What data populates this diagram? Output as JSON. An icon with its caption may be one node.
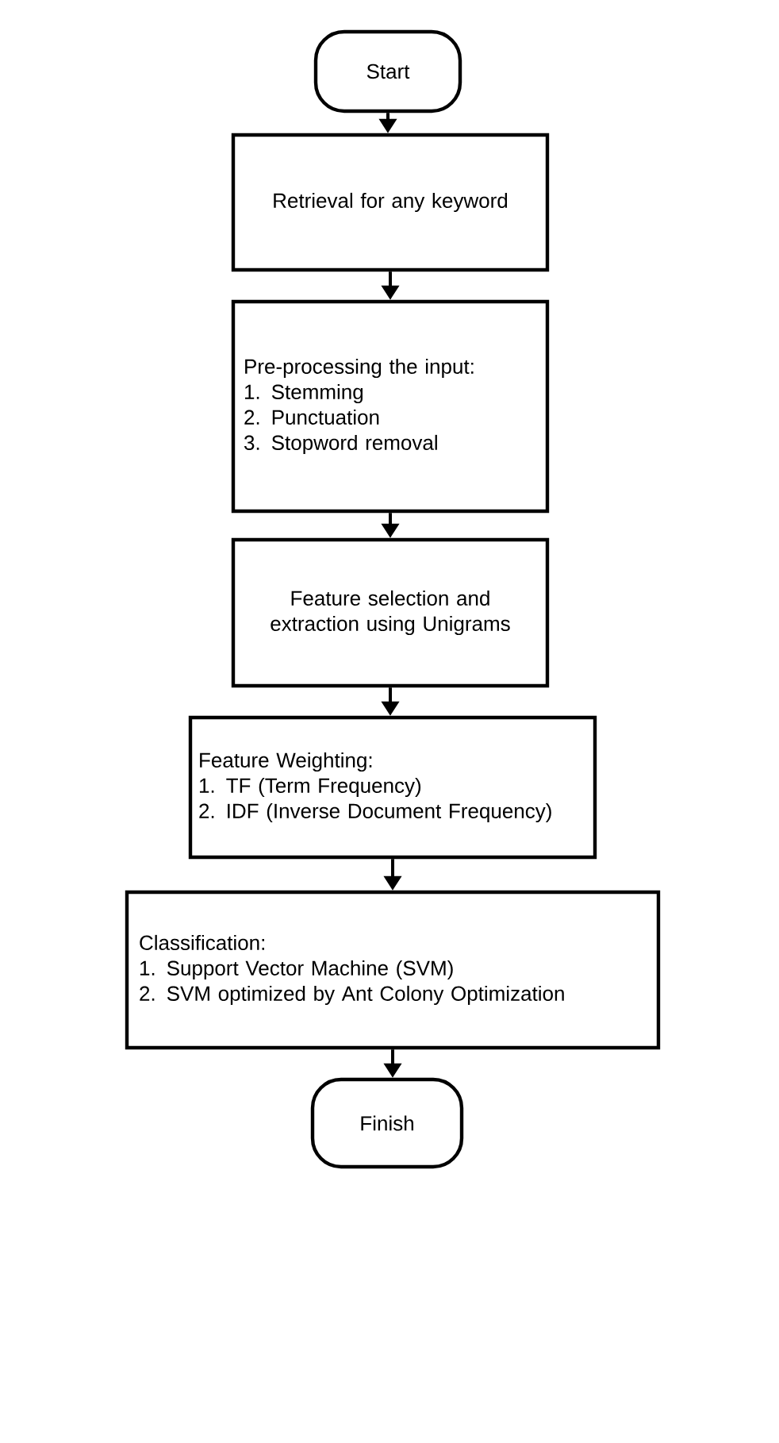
{
  "diagram": {
    "nodes": [
      {
        "text": [
          "Start"
        ]
      },
      {
        "text": [
          "Retrieval for any keyword"
        ]
      },
      {
        "text": [
          "Pre-processing the input:",
          "1. Stemming",
          "2. Punctuation",
          "3. Stopword removal"
        ]
      },
      {
        "text": [
          "Feature selection and extraction using Unigrams"
        ]
      },
      {
        "text": [
          "Feature Weighting:",
          "1. TF (Term Frequency)",
          "2. IDF (Inverse Document Frequency)"
        ]
      },
      {
        "text": [
          "Classification:",
          "1. Support Vector Machine (SVM)",
          "2. SVM optimized by Ant Colony Optimization"
        ]
      },
      {
        "text": [
          "Finish"
        ]
      }
    ],
    "edges": [
      {
        "from": 0,
        "to": 1,
        "arrow": "to"
      },
      {
        "from": 1,
        "to": 2,
        "arrow": "to"
      },
      {
        "from": 2,
        "to": 3,
        "arrow": "to"
      },
      {
        "from": 3,
        "to": 4,
        "arrow": "to"
      },
      {
        "from": 4,
        "to": 5,
        "arrow": "to"
      },
      {
        "from": 5,
        "to": 6,
        "arrow": "to"
      }
    ]
  }
}
